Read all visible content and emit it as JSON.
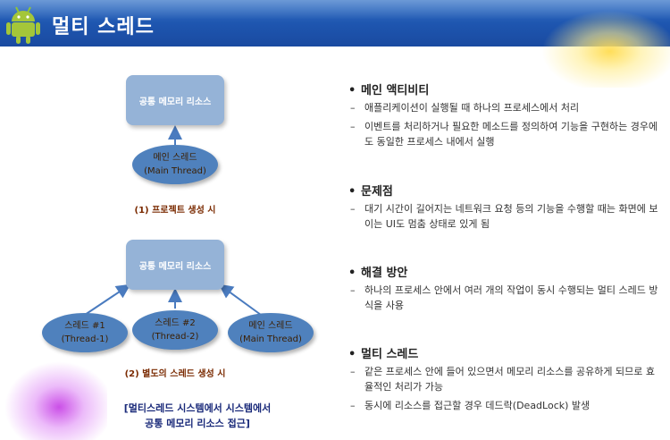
{
  "header": {
    "title": "멀티 스레드"
  },
  "diagram": {
    "top": {
      "shared_box": "공통 메모리 리소스",
      "main_line1": "메인 스레드",
      "main_line2": "(Main Thread)",
      "caption": "(1) 프로젝트 생성 시"
    },
    "bottom": {
      "shared_box": "공통 메모리 리소스",
      "t1_line1": "스레드 #1",
      "t1_line2": "(Thread-1)",
      "t2_line1": "스레드 #2",
      "t2_line2": "(Thread-2)",
      "main_line1": "메인 스레드",
      "main_line2": "(Main Thread)",
      "caption": "(2) 별도의 스레드 생성 시"
    },
    "note_line1": "[멀티스레드 시스템에서 시스템에서",
    "note_line2": "공통 메모리 리소스 접근]"
  },
  "sections": [
    {
      "bullet": "•",
      "title": "메인 액티비티",
      "items": [
        {
          "dash": "–",
          "text": "애플리케이션이 실행될 때 하나의 프로세스에서 처리"
        },
        {
          "dash": "–",
          "text": "이벤트를 처리하거나 필요한 메소드를 정의하여 기능을 구현하는 경우에도 동일한 프로세스 내에서 실행"
        }
      ]
    },
    {
      "bullet": "•",
      "title": "문제점",
      "items": [
        {
          "dash": "–",
          "text": "대기 시간이 길어지는 네트워크 요청 등의 기능을 수행할 때는 화면에 보이는 UI도 멈춤 상태로 있게 됨"
        }
      ]
    },
    {
      "bullet": "•",
      "title": "해결 방안",
      "items": [
        {
          "dash": "–",
          "text": "하나의 프로세스 안에서 여러 개의 작업이 동시 수행되는 멀티 스레드 방식을 사용"
        }
      ]
    },
    {
      "bullet": "•",
      "title": "멀티 스레드",
      "items": [
        {
          "dash": "–",
          "text": "같은 프로세스 안에 들어 있으면서 메모리 리소스를 공유하게 되므로 효율적인 처리가 가능"
        },
        {
          "dash": "–",
          "text": "동시에 리소스를 접근할 경우 데드락(DeadLock) 발생"
        }
      ]
    }
  ],
  "colors": {
    "header": "#1e56b0",
    "box": "#95b3d7",
    "oval": "#4f81bd",
    "arrow": "#4a7bbf"
  }
}
